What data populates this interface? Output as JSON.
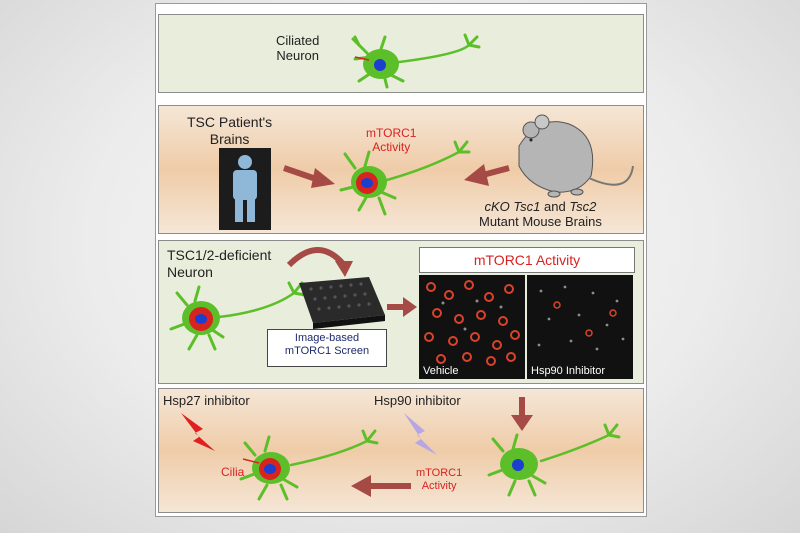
{
  "panel1": {
    "label_line1": "Ciliated",
    "label_line2": "Neuron"
  },
  "panel2": {
    "patient_line1": "TSC Patient's",
    "patient_line2": "Brains",
    "activity_line1": "mTORC1",
    "activity_line2": "Activity",
    "mouse_italic": "cKO Tsc1",
    "mouse_and": "and",
    "mouse_tsc2": "Tsc2",
    "mouse_line2": "Mutant Mouse Brains"
  },
  "panel3": {
    "neuron_line1": "TSC1/2-deficient",
    "neuron_line2": "Neuron",
    "screen_line1": "Image-based",
    "screen_line2": "mTORC1 Screen",
    "mtorc1_title": "mTORC1 Activity",
    "vehicle": "Vehicle",
    "hsp90_inhibitor": "Hsp90 Inhibitor"
  },
  "panel4": {
    "hsp27": "Hsp27 inhibitor",
    "hsp90": "Hsp90 inhibitor",
    "cilia": "Cilia",
    "activity_line1": "mTORC1",
    "activity_line2": "Activity"
  },
  "colors": {
    "neuron_green": "#5cbf2a",
    "nucleus_red": "#d9231f",
    "nucleus_blue": "#1d3fd0",
    "arrow": "#a54a45",
    "bolt_red": "#e02020",
    "bolt_purple": "#b7a6e6"
  }
}
